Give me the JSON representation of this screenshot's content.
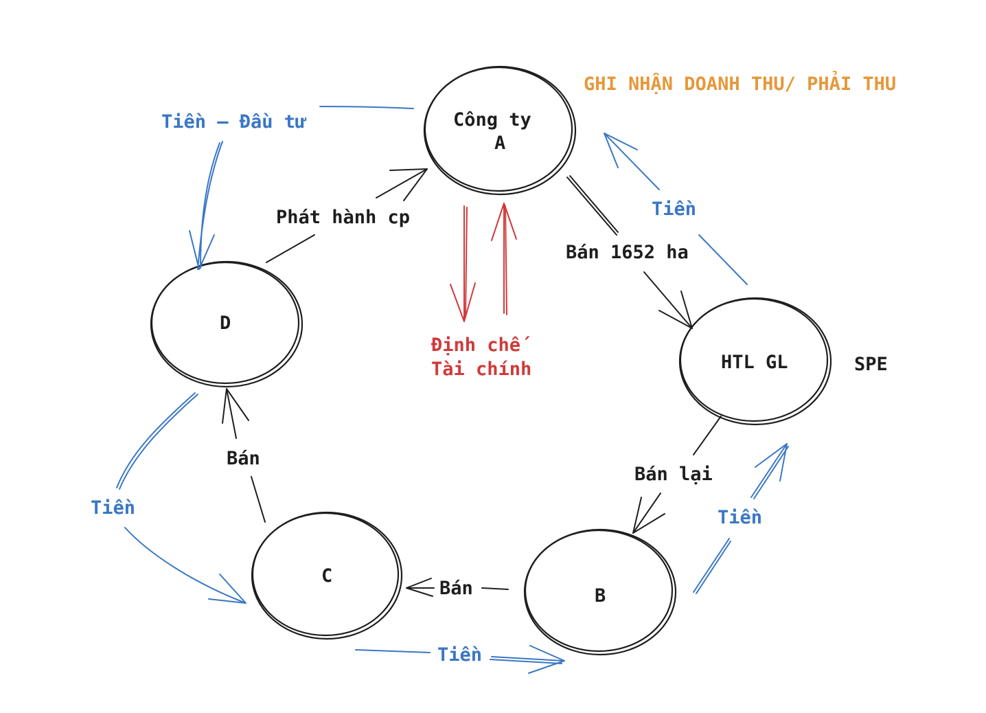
{
  "colors": {
    "black": "#1e1e1e",
    "blue": "#3a77c4",
    "red": "#d03a3a",
    "orange": "#e5983a"
  },
  "title": "GHI NHẬN DOANH THU/ PHẢI THU",
  "nodes": {
    "company_a_line1": "Công ty",
    "company_a_line2": "A",
    "d": "D",
    "htl_gl": "HTL GL",
    "c": "C",
    "b": "B"
  },
  "side_labels": {
    "spe": "SPE",
    "financial_institution_line1": "Định chế",
    "financial_institution_line2": "Tài chính"
  },
  "edges": {
    "a_to_d_money": "Tiền – Đầu tư",
    "d_to_a_issue": "Phát hành cp",
    "a_to_htl_sell": "Bán 1652 ha",
    "htl_to_a_money": "Tiền",
    "htl_to_b_resell": "Bán lại",
    "b_to_htl_money": "Tiền",
    "b_to_c_sell": "Bán",
    "c_to_b_money": "Tiền",
    "c_to_d_sell": "Bán",
    "d_to_c_money": "Tiền"
  }
}
